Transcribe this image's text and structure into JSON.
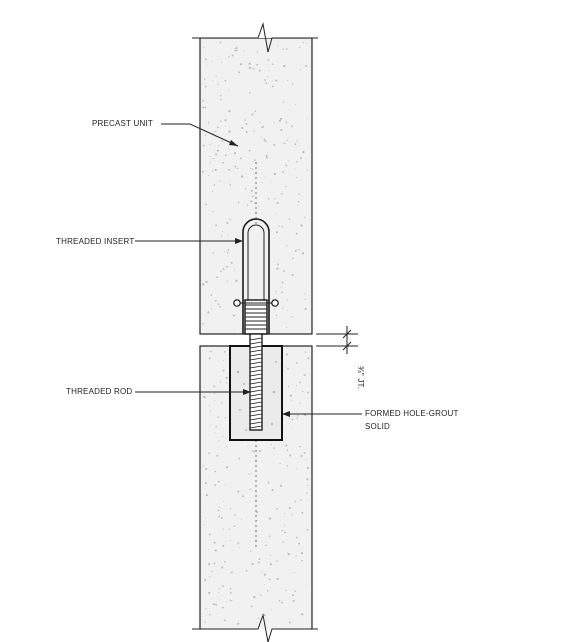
{
  "labels": {
    "precast_unit": "PRECAST UNIT",
    "threaded_insert": "THREADED INSERT",
    "threaded_rod": "THREADED ROD",
    "formed_hole_line1": "FORMED HOLE-GROUT",
    "formed_hole_line2": "SOLID",
    "joint_dimension": "¾\" JT."
  },
  "colors": {
    "line": "#222222",
    "concrete_fill": "#f1f1f1",
    "grout_fill": "#ebebeb",
    "background": "#ffffff"
  }
}
